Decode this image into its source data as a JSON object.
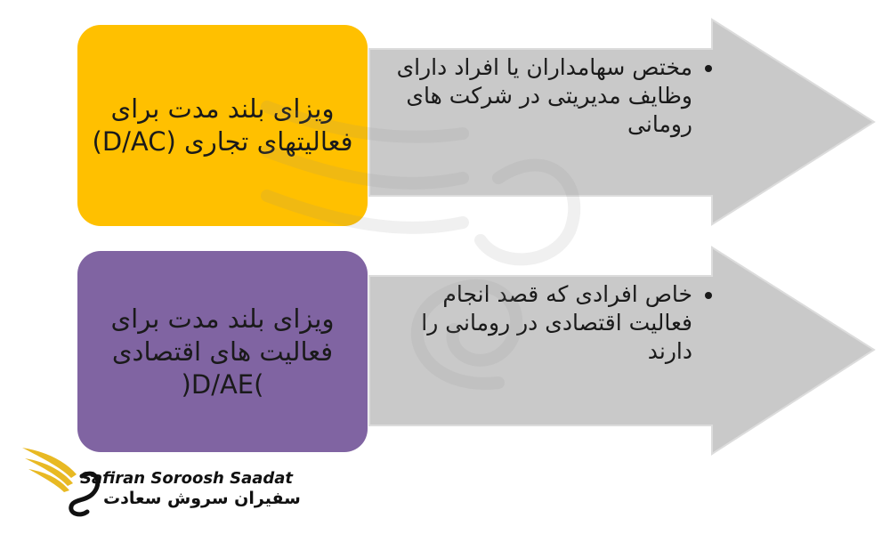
{
  "colors": {
    "box_1": "#ffc000",
    "box_2": "#8064a2",
    "arrow_fill": "#c9c9c9",
    "arrow_stroke": "#d8d8d8",
    "logo_gold": "#e8b923"
  },
  "rows": [
    {
      "box_label": "ویزای بلند مدت برای\nفعالیتهای تجاری (D/AC)",
      "bullet": "مختص سهامداران یا افراد دارای\nوظایف مدیریتی در شرکت های\nرومانی"
    },
    {
      "box_label": "ویزای بلند مدت برای\nفعالیت های اقتصادی\n(D/AE)",
      "bullet": "خاص افرادی که قصد انجام\nفعالیت اقتصادی در رومانی را\nدارند"
    }
  ],
  "logo": {
    "icon": "winged-swan-logo-icon",
    "name_en": "Safiran Soroosh Saadat",
    "name_fa": "سفیران سروش سعادت"
  }
}
